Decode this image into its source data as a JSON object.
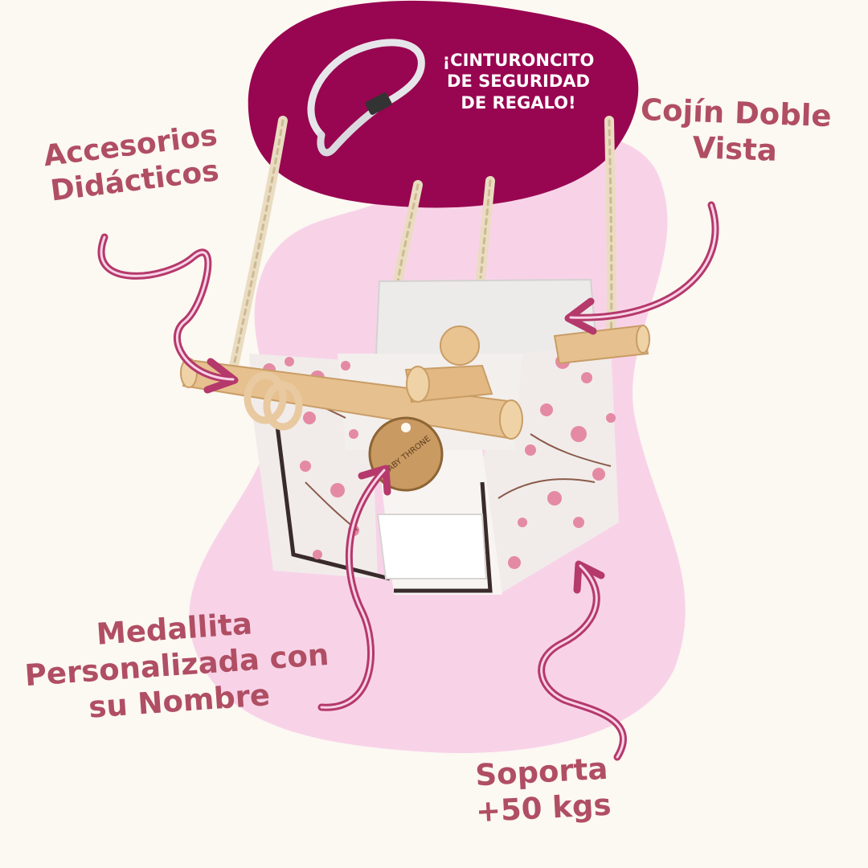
{
  "colors": {
    "background": "#fcf8f2",
    "pink_blob": "#f8d3e8",
    "promo_bubble": "#980550",
    "label_text": "#b04e63",
    "arrow": "#b5396b",
    "wood": "#e6c08e",
    "fabric": "#f1ecea",
    "blossom": "#e58aa4"
  },
  "promo": {
    "lines": [
      "¡CINTURONCITO",
      "DE SEGURIDAD",
      "DE REGALO!"
    ],
    "icon": "safety-belt-icon"
  },
  "labels": {
    "accesorios": [
      "Accesorios",
      "Didácticos"
    ],
    "cojin": [
      "Cojín Doble",
      "Vista"
    ],
    "medallita": [
      "Medallita",
      "Personalizada con",
      "su Nombre"
    ],
    "soporta": [
      "Soporta",
      "+50 kgs"
    ]
  },
  "product": {
    "medallion_text": "BABY THRONE"
  }
}
